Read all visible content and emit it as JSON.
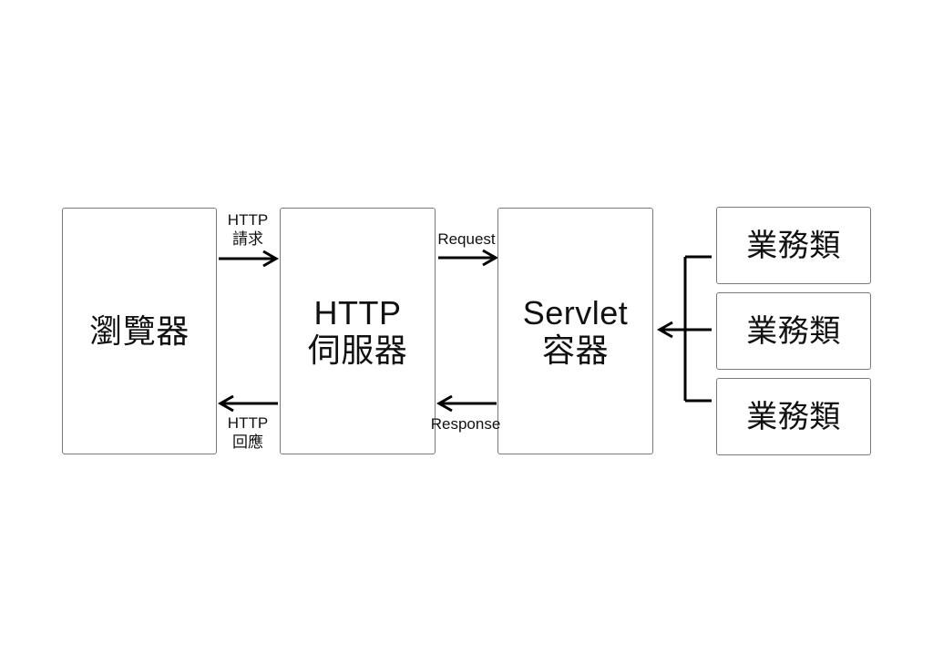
{
  "diagram": {
    "nodes": {
      "browser": {
        "label": "瀏覽器"
      },
      "http_server": {
        "lines": [
          "HTTP",
          "伺服器"
        ]
      },
      "servlet_container": {
        "lines": [
          "Servlet",
          "容器"
        ]
      },
      "business_classes": [
        {
          "label": "業務類"
        },
        {
          "label": "業務類"
        },
        {
          "label": "業務類"
        }
      ]
    },
    "edges": {
      "http_request": {
        "lines": [
          "HTTP",
          "請求"
        ],
        "direction": "right"
      },
      "request": {
        "label": "Request",
        "direction": "right"
      },
      "response": {
        "label": "Response",
        "direction": "left"
      },
      "http_response": {
        "lines": [
          "HTTP",
          "回應"
        ],
        "direction": "left"
      },
      "business_to_servlet": {
        "label": "",
        "direction": "left"
      }
    },
    "colors": {
      "background": "#ffffff",
      "box_border": "#7a7a7a",
      "line": "#000000",
      "text": "#111111"
    }
  }
}
